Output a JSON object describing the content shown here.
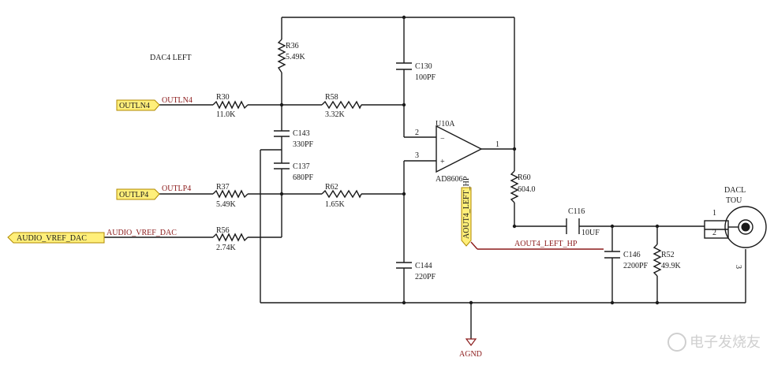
{
  "title": "DAC4 LEFT",
  "ports": {
    "outln4": "OUTLN4",
    "outlp4": "OUTLP4",
    "vref": "AUDIO_VREF_DAC",
    "aout_vertical": "AOUT4_LEFT_HP"
  },
  "nets": {
    "outln4": "OUTLN4",
    "outlp4": "OUTLP4",
    "vref": "AUDIO_VREF_DAC",
    "aout": "AOUT4_LEFT_HP",
    "agnd": "AGND"
  },
  "components": {
    "r36": {
      "ref": "R36",
      "value": "5.49K"
    },
    "r30": {
      "ref": "R30",
      "value": "11.0K"
    },
    "r58": {
      "ref": "R58",
      "value": "3.32K"
    },
    "c130": {
      "ref": "C130",
      "value": "100PF"
    },
    "c143": {
      "ref": "C143",
      "value": "330PF"
    },
    "c137": {
      "ref": "C137",
      "value": "680PF"
    },
    "r37": {
      "ref": "R37",
      "value": "5.49K"
    },
    "r62": {
      "ref": "R62",
      "value": "1.65K"
    },
    "r56": {
      "ref": "R56",
      "value": "2.74K"
    },
    "c144": {
      "ref": "C144",
      "value": "220PF"
    },
    "u10a": {
      "ref": "U10A",
      "value": "AD8606"
    },
    "r60": {
      "ref": "R60",
      "value": "604.0"
    },
    "c116": {
      "ref": "C116",
      "value": "10UF"
    },
    "c146": {
      "ref": "C146",
      "value": "2200PF"
    },
    "r52": {
      "ref": "R52",
      "value": "49.9K"
    },
    "jack": {
      "ref": "DACL",
      "sub": "TOU"
    }
  },
  "pins": {
    "u_in_neg": "2",
    "u_in_pos": "3",
    "u_out": "1",
    "u_minus": "−",
    "u_plus": "+",
    "jack_1": "1",
    "jack_2": "2",
    "jack_3": "3"
  },
  "watermark": "电子发烧友",
  "colors": {
    "port_fill": "#ffef7a",
    "net_label": "#8b1a1a",
    "wire": "#1a1a1a"
  }
}
